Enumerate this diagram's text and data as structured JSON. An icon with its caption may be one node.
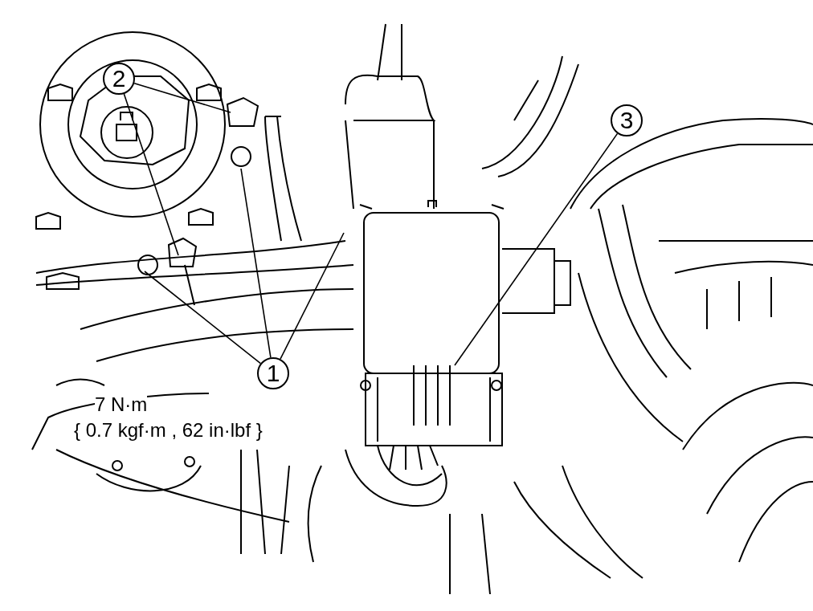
{
  "diagram": {
    "nodes": [
      {
        "text": [
          "2"
        ]
      },
      {
        "text": [
          "3"
        ]
      },
      {
        "text": [
          "1"
        ]
      }
    ],
    "edges": [
      {
        "from": 0,
        "to": null,
        "arrow": "none"
      },
      {
        "from": 0,
        "to": null,
        "arrow": "none"
      },
      {
        "from": 1,
        "to": null,
        "arrow": "none"
      },
      {
        "from": 2,
        "to": null,
        "arrow": "none"
      },
      {
        "from": 2,
        "to": null,
        "arrow": "none"
      },
      {
        "from": 2,
        "to": null,
        "arrow": "none"
      }
    ],
    "labels": [
      "7 N·m",
      "{ 0.7 kgf·m , 62 in·lbf }"
    ]
  }
}
